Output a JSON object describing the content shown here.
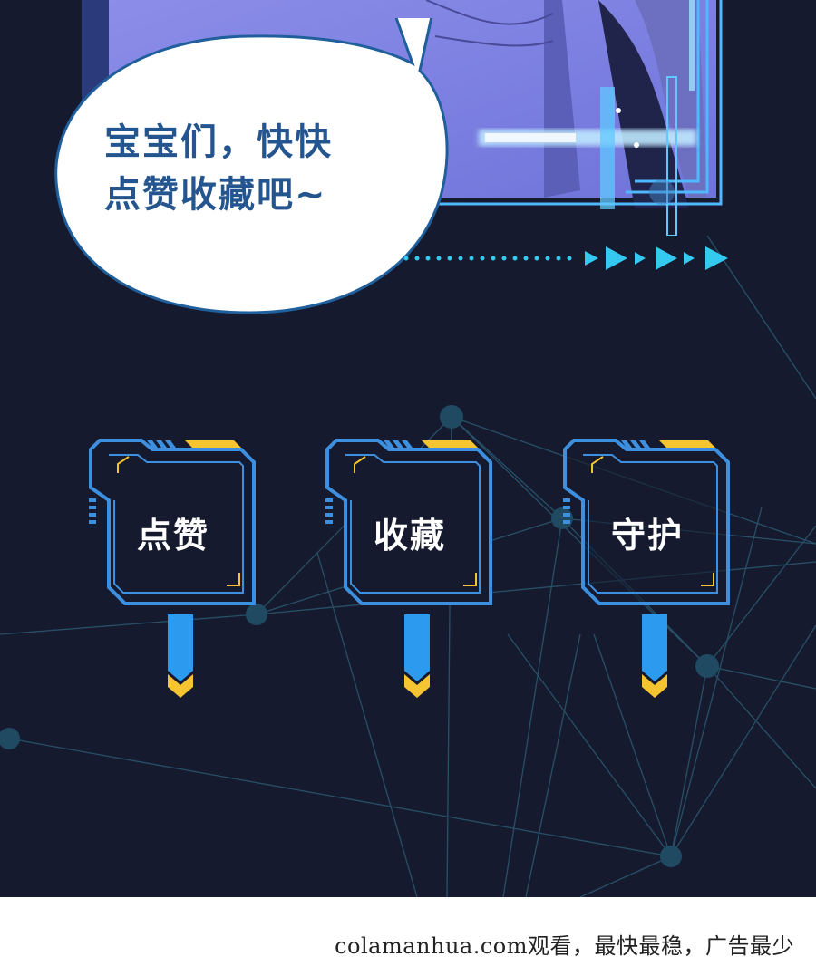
{
  "panel": {
    "background": "#161a2e",
    "speech_bubble": {
      "line1": "宝宝们，快快",
      "line2": "点赞收藏吧~",
      "text_color": "#24558e"
    },
    "badges": [
      {
        "label": "点赞",
        "name": "like"
      },
      {
        "label": "收藏",
        "name": "favorite"
      },
      {
        "label": "守护",
        "name": "guard"
      }
    ],
    "colors": {
      "frame_blue": "#3d8fe0",
      "accent_yellow": "#f5c431",
      "arrow_cyan": "#35c8f0",
      "network_line": "#2a5a72"
    }
  },
  "footer": {
    "text": "colamanhua.com观看，最快最稳，广告最少"
  }
}
